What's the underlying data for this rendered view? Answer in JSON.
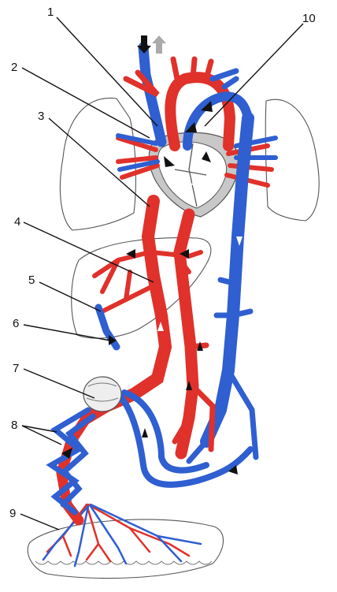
{
  "labels": {
    "l1": "1",
    "l2": "2",
    "l3": "3",
    "l4": "4",
    "l5": "5",
    "l6": "6",
    "l7": "7",
    "l8": "8",
    "l9": "9",
    "l10": "10"
  },
  "colors": {
    "artery": "#e0312b",
    "vein": "#2f5fd0",
    "outline": "#555555",
    "heart_wall": "#c8c8c8",
    "arrow_dark": "#111111",
    "arrow_light": "#ffffff"
  }
}
